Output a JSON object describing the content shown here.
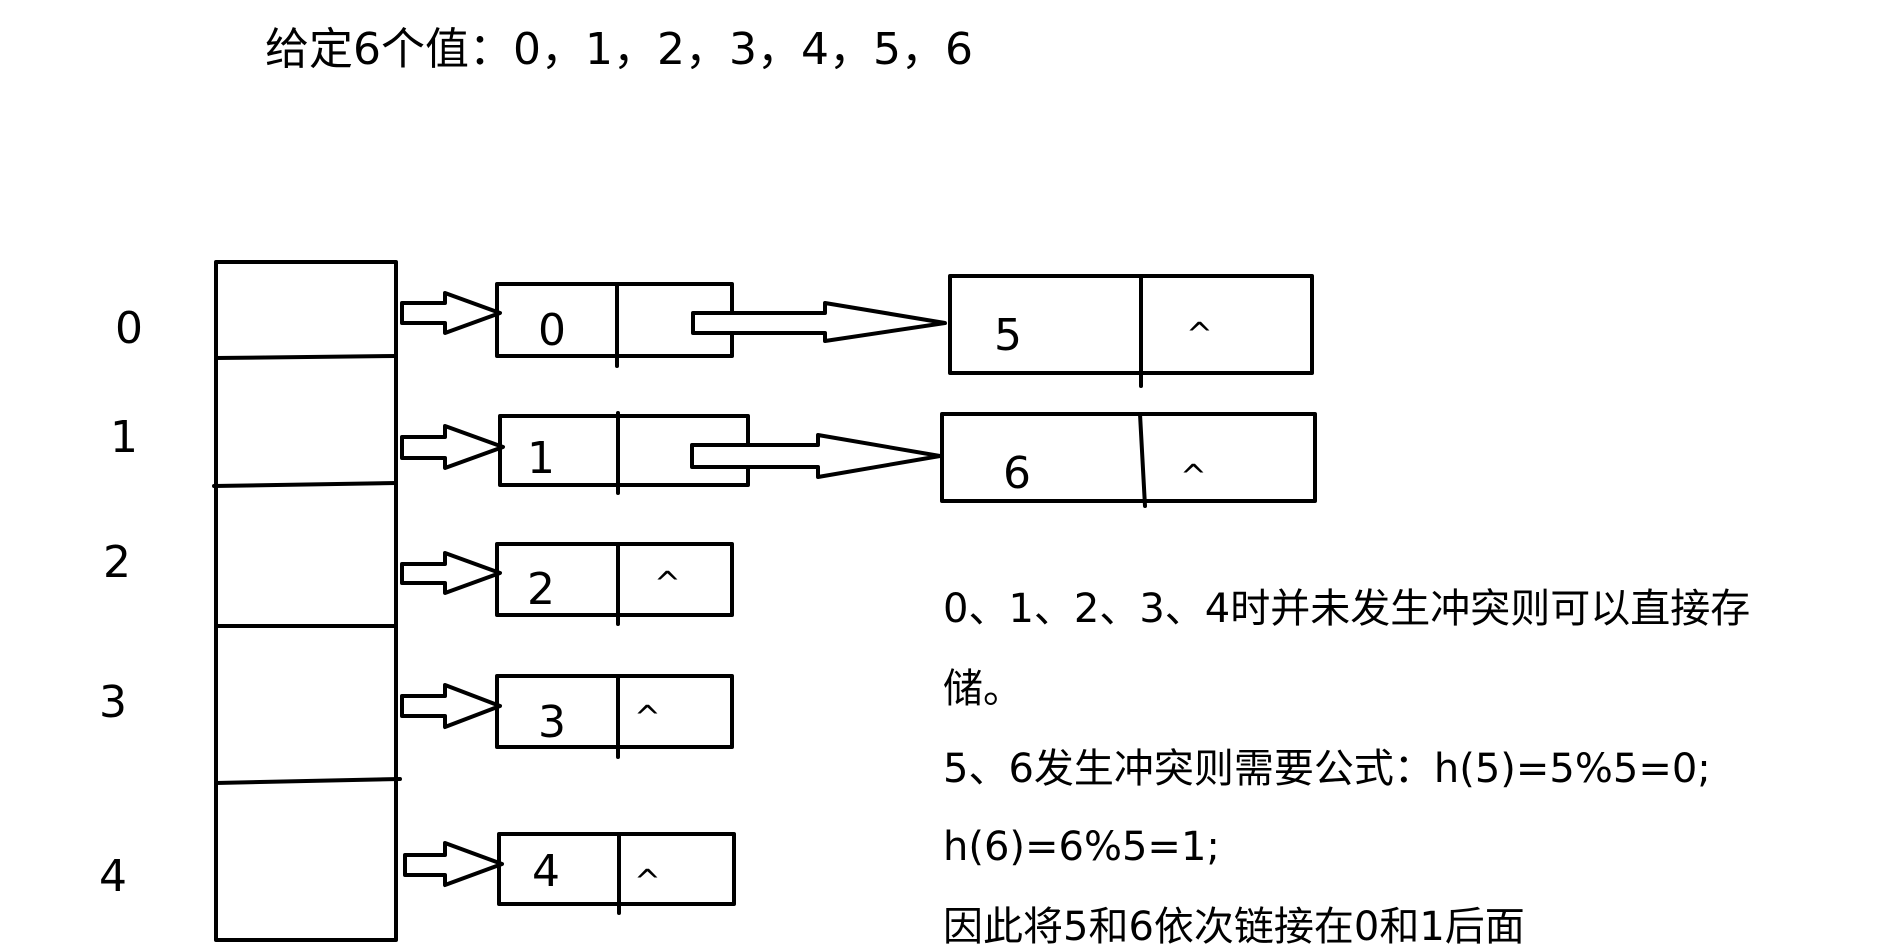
{
  "title": "给定6个值：0，1，2，3，4，5，6",
  "array": {
    "indices": [
      "0",
      "1",
      "2",
      "3",
      "4"
    ]
  },
  "chain_nodes": [
    {
      "value": "0",
      "next": ""
    },
    {
      "value": "1",
      "next": ""
    },
    {
      "value": "2",
      "next": "^"
    },
    {
      "value": "3",
      "next": "^"
    },
    {
      "value": "4",
      "next": "^"
    }
  ],
  "collision_nodes": [
    {
      "value": "5",
      "next": "^"
    },
    {
      "value": "6",
      "next": "^"
    }
  ],
  "notes": [
    "0、1、2、3、4时并未发生冲突则可以直接存",
    "储。",
    "5、6发生冲突则需要公式：h(5)=5%5=0;",
    "h(6)=6%5=1;",
    "因此将5和6依次链接在0和1后面"
  ]
}
